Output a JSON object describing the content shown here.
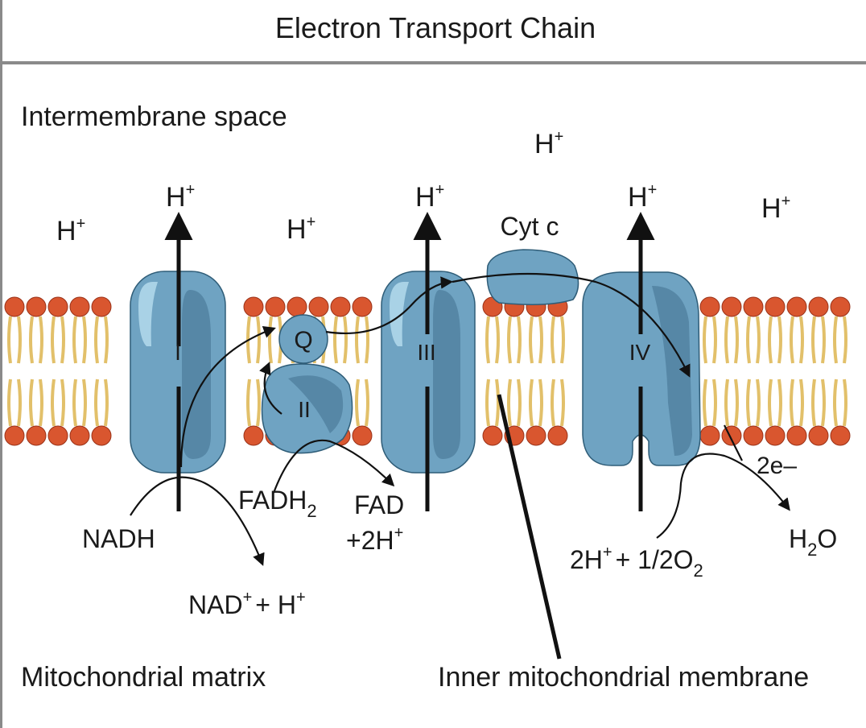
{
  "title": "Electron Transport Chain",
  "regions": {
    "intermembrane": "Intermembrane space",
    "matrix": "Mitochondrial matrix",
    "membrane": "Inner mitochondrial membrane"
  },
  "complexes": {
    "c1": "I",
    "c2": "II",
    "c3": "III",
    "c4": "IV",
    "q": "Q",
    "cytc": "Cyt c"
  },
  "proton": {
    "symbol": "H",
    "charge": "+"
  },
  "reactions": {
    "nadh": "NADH",
    "nad": "NAD",
    "plus_h": "+ H",
    "fadh": "FADH",
    "fadh_sub": "2",
    "fad": "FAD",
    "fad_products": "+2H",
    "electrons": "2e–",
    "oxygen_left": "2H",
    "oxygen_right": "+ 1/2O",
    "oxygen_sub": "2",
    "water_h": "H",
    "water_sub": "2",
    "water_o": "O"
  },
  "colors": {
    "protein": "#6fa3c2",
    "protein_dark": "#5687a6",
    "protein_light": "#a9d2e6",
    "lipid_head": "#d9562f",
    "lipid_tail": "#e2c06a",
    "outline": "#2f5d78"
  }
}
